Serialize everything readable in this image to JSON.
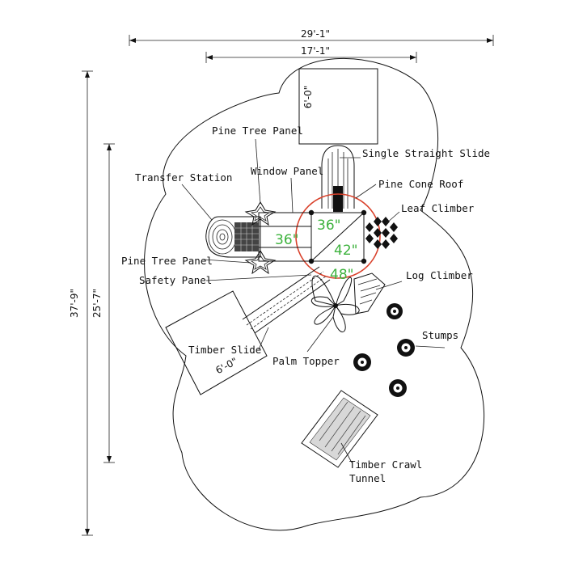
{
  "dimensions": {
    "overall_width": "29'-1\"",
    "inner_width": "17'-1\"",
    "overall_height": "37'-9\"",
    "inner_height": "25'-7\"",
    "top_slide_runout": "6'-0\"",
    "timber_slide_runout": "6'-0\""
  },
  "deck_heights": {
    "h36_left": "36\"",
    "h36_top": "36\"",
    "h42": "42\"",
    "h48": "48\""
  },
  "labels": {
    "pine_tree_panel_top": "Pine Tree Panel",
    "single_straight_slide": "Single Straight Slide",
    "window_panel": "Window Panel",
    "transfer_station": "Transfer Station",
    "pine_cone_roof": "Pine Cone Roof",
    "leaf_climber": "Leaf Climber",
    "pine_tree_panel_bottom": "Pine Tree Panel",
    "safety_panel": "Safety Panel",
    "log_climber": "Log Climber",
    "stumps": "Stumps",
    "timber_slide": "Timber Slide",
    "palm_topper": "Palm Topper",
    "timber_crawl_line1": "Timber Crawl",
    "timber_crawl_line2": "Tunnel"
  },
  "colors": {
    "line": "#111111",
    "roof_circle": "#d9412b",
    "height_text": "#3db23d"
  }
}
